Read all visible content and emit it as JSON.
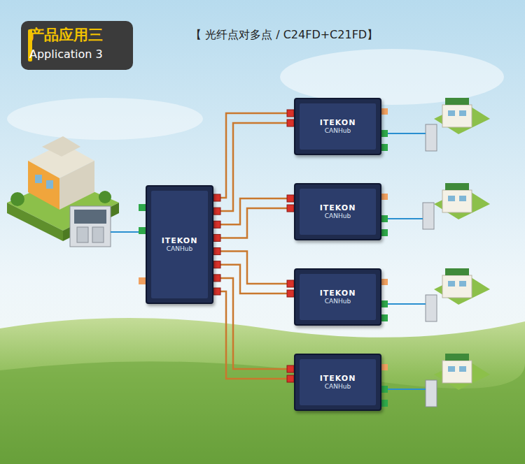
{
  "diagram": {
    "title": "【 光纤点对多点 / C24FD+C21FD】",
    "nodes": [
      {
        "text": [
          "ITEKON",
          "CANHub"
        ]
      },
      {
        "text": [
          "ITEKON",
          "CANHub"
        ]
      },
      {
        "text": [
          "ITEKON",
          "CANHub"
        ]
      },
      {
        "text": [
          "ITEKON",
          "CANHub"
        ]
      },
      {
        "text": [
          "ITEKON",
          "CANHub"
        ]
      }
    ],
    "edges": [
      {
        "from": 0,
        "to": 1,
        "arrow": "none"
      },
      {
        "from": 0,
        "to": 1,
        "arrow": "none"
      },
      {
        "from": 0,
        "to": 2,
        "arrow": "none"
      },
      {
        "from": 0,
        "to": 2,
        "arrow": "none"
      },
      {
        "from": 0,
        "to": 3,
        "arrow": "none"
      },
      {
        "from": 0,
        "to": 3,
        "arrow": "none"
      },
      {
        "from": 0,
        "to": 4,
        "arrow": "none"
      },
      {
        "from": 0,
        "to": 4,
        "arrow": "none"
      }
    ],
    "labels": [
      "产品应用三",
      "Application 3"
    ]
  }
}
